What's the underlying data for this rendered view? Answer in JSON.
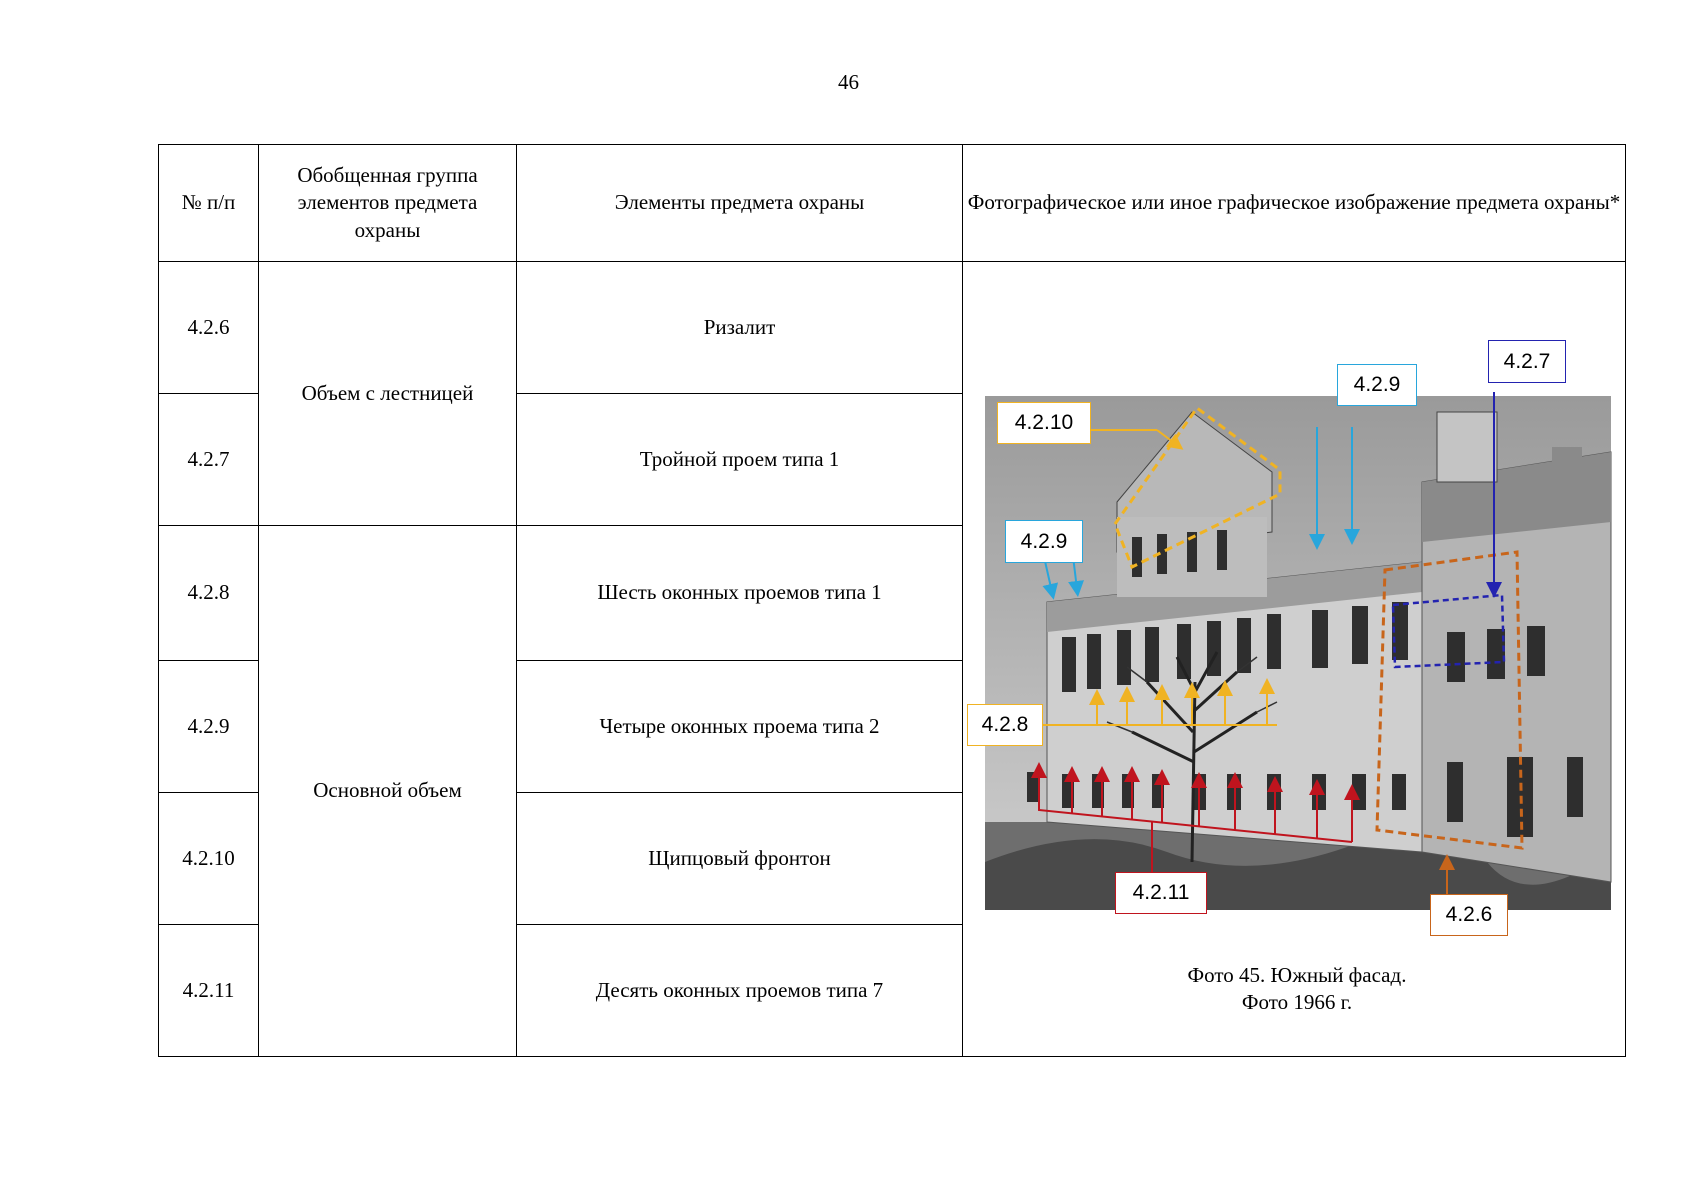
{
  "page_number": "46",
  "table": {
    "headers": {
      "num": "№ п/п",
      "group": "Обобщенная группа элементов предмета охраны",
      "elements": "Элементы предмета охраны",
      "image": "Фотографическое или иное графическое изображение предмета охраны*"
    },
    "groups": [
      "Объем с лестницей",
      "Основной объем"
    ],
    "rows": [
      {
        "num": "4.2.6",
        "element": "Ризалит"
      },
      {
        "num": "4.2.7",
        "element": "Тройной проем типа 1"
      },
      {
        "num": "4.2.8",
        "element": "Шесть оконных проемов типа 1"
      },
      {
        "num": "4.2.9",
        "element": "Четыре оконных проема типа 2"
      },
      {
        "num": "4.2.10",
        "element": "Щипцовый фронтон"
      },
      {
        "num": "4.2.11",
        "element": "Десять оконных проемов типа 7"
      }
    ]
  },
  "photo": {
    "callouts": {
      "c426": "4.2.6",
      "c427": "4.2.7",
      "c428": "4.2.8",
      "c429a": "4.2.9",
      "c429b": "4.2.9",
      "c4210": "4.2.10",
      "c4211": "4.2.11"
    },
    "caption_line1": "Фото 45. Южный фасад.",
    "caption_line2": "Фото 1966 г.",
    "colors": {
      "c426": "#c8651b",
      "c427": "#2323b0",
      "c428": "#f0b323",
      "c429": "#28a6dc",
      "c4210": "#f0b323",
      "c4211": "#c0141e"
    }
  }
}
